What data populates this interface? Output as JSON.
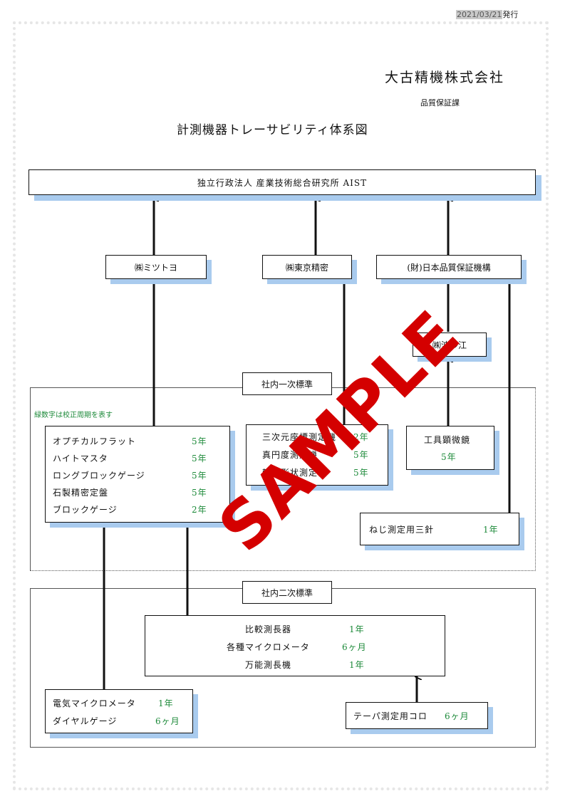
{
  "header": {
    "date": "2021/03/21",
    "issued": "発行",
    "company": "大古精機株式会社",
    "dept": "品質保証課",
    "title": "計測機器トレーサビリティ体系図"
  },
  "top": {
    "label": "独立行政法人 産業技術総合研究所 AIST"
  },
  "tier2": {
    "mitutoyo": "㈱ミツトヨ",
    "tokyo": "㈱東京精密",
    "jqa": "(財)日本品質保証機構"
  },
  "hatae": "㈱波多江",
  "primary": {
    "title": "社内一次標準",
    "note": "緑数字は校正周期を表す",
    "left_items": [
      {
        "name": "オプチカルフラット",
        "cycle": "5年"
      },
      {
        "name": "ハイトマスタ",
        "cycle": "5年"
      },
      {
        "name": "ロングブロックゲージ",
        "cycle": "5年"
      },
      {
        "name": "石製精密定盤",
        "cycle": "5年"
      },
      {
        "name": "ブロックゲージ",
        "cycle": "2年"
      }
    ],
    "mid_items": [
      {
        "name": "三次元座標測定機",
        "cycle": "2年"
      },
      {
        "name": "真円度測定機",
        "cycle": "5年"
      },
      {
        "name": "輪郭形状測定機",
        "cycle": "5年"
      }
    ],
    "tool": {
      "name": "工具顕微鏡",
      "cycle": "5年"
    },
    "thread": {
      "name": "ねじ測定用三針",
      "cycle": "1年"
    }
  },
  "secondary": {
    "title": "社内二次標準",
    "center_items": [
      {
        "name": "比較測長器",
        "cycle": "1年"
      },
      {
        "name": "各種マイクロメータ",
        "cycle": "6ヶ月"
      },
      {
        "name": "万能測長機",
        "cycle": "1年"
      }
    ],
    "left_items": [
      {
        "name": "電気マイクロメータ",
        "cycle": "1年"
      },
      {
        "name": "ダイヤルゲージ",
        "cycle": "6ヶ月"
      }
    ],
    "taper": {
      "name": "テーパ測定用コロ",
      "cycle": "6ヶ月"
    }
  },
  "watermark": "SAMPLE"
}
